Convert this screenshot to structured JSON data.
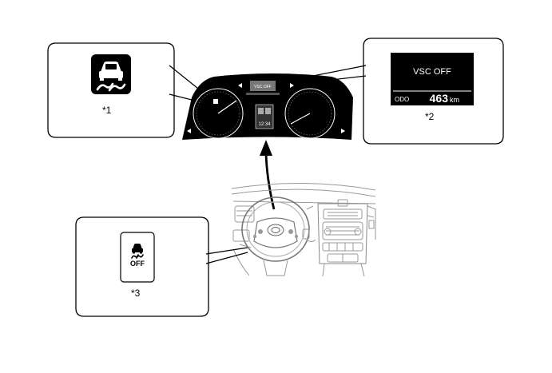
{
  "callouts": [
    {
      "id": "1",
      "label": "*1",
      "description_icon": "vsc-slip-indicator-icon"
    },
    {
      "id": "2",
      "label": "*2",
      "display_text": "VSC OFF",
      "odo_label": "ODO",
      "odo_value": "463",
      "odo_unit": "km"
    },
    {
      "id": "3",
      "label": "*3",
      "switch_text": "OFF",
      "description_icon": "vsc-off-switch-icon"
    }
  ],
  "cluster": {
    "mini_display_text": "VSC OFF",
    "clock_text": "12:34"
  },
  "colors": {
    "line": "#000000",
    "background": "#ffffff",
    "cluster": "#000000",
    "drawing": "#9a9a9a"
  }
}
